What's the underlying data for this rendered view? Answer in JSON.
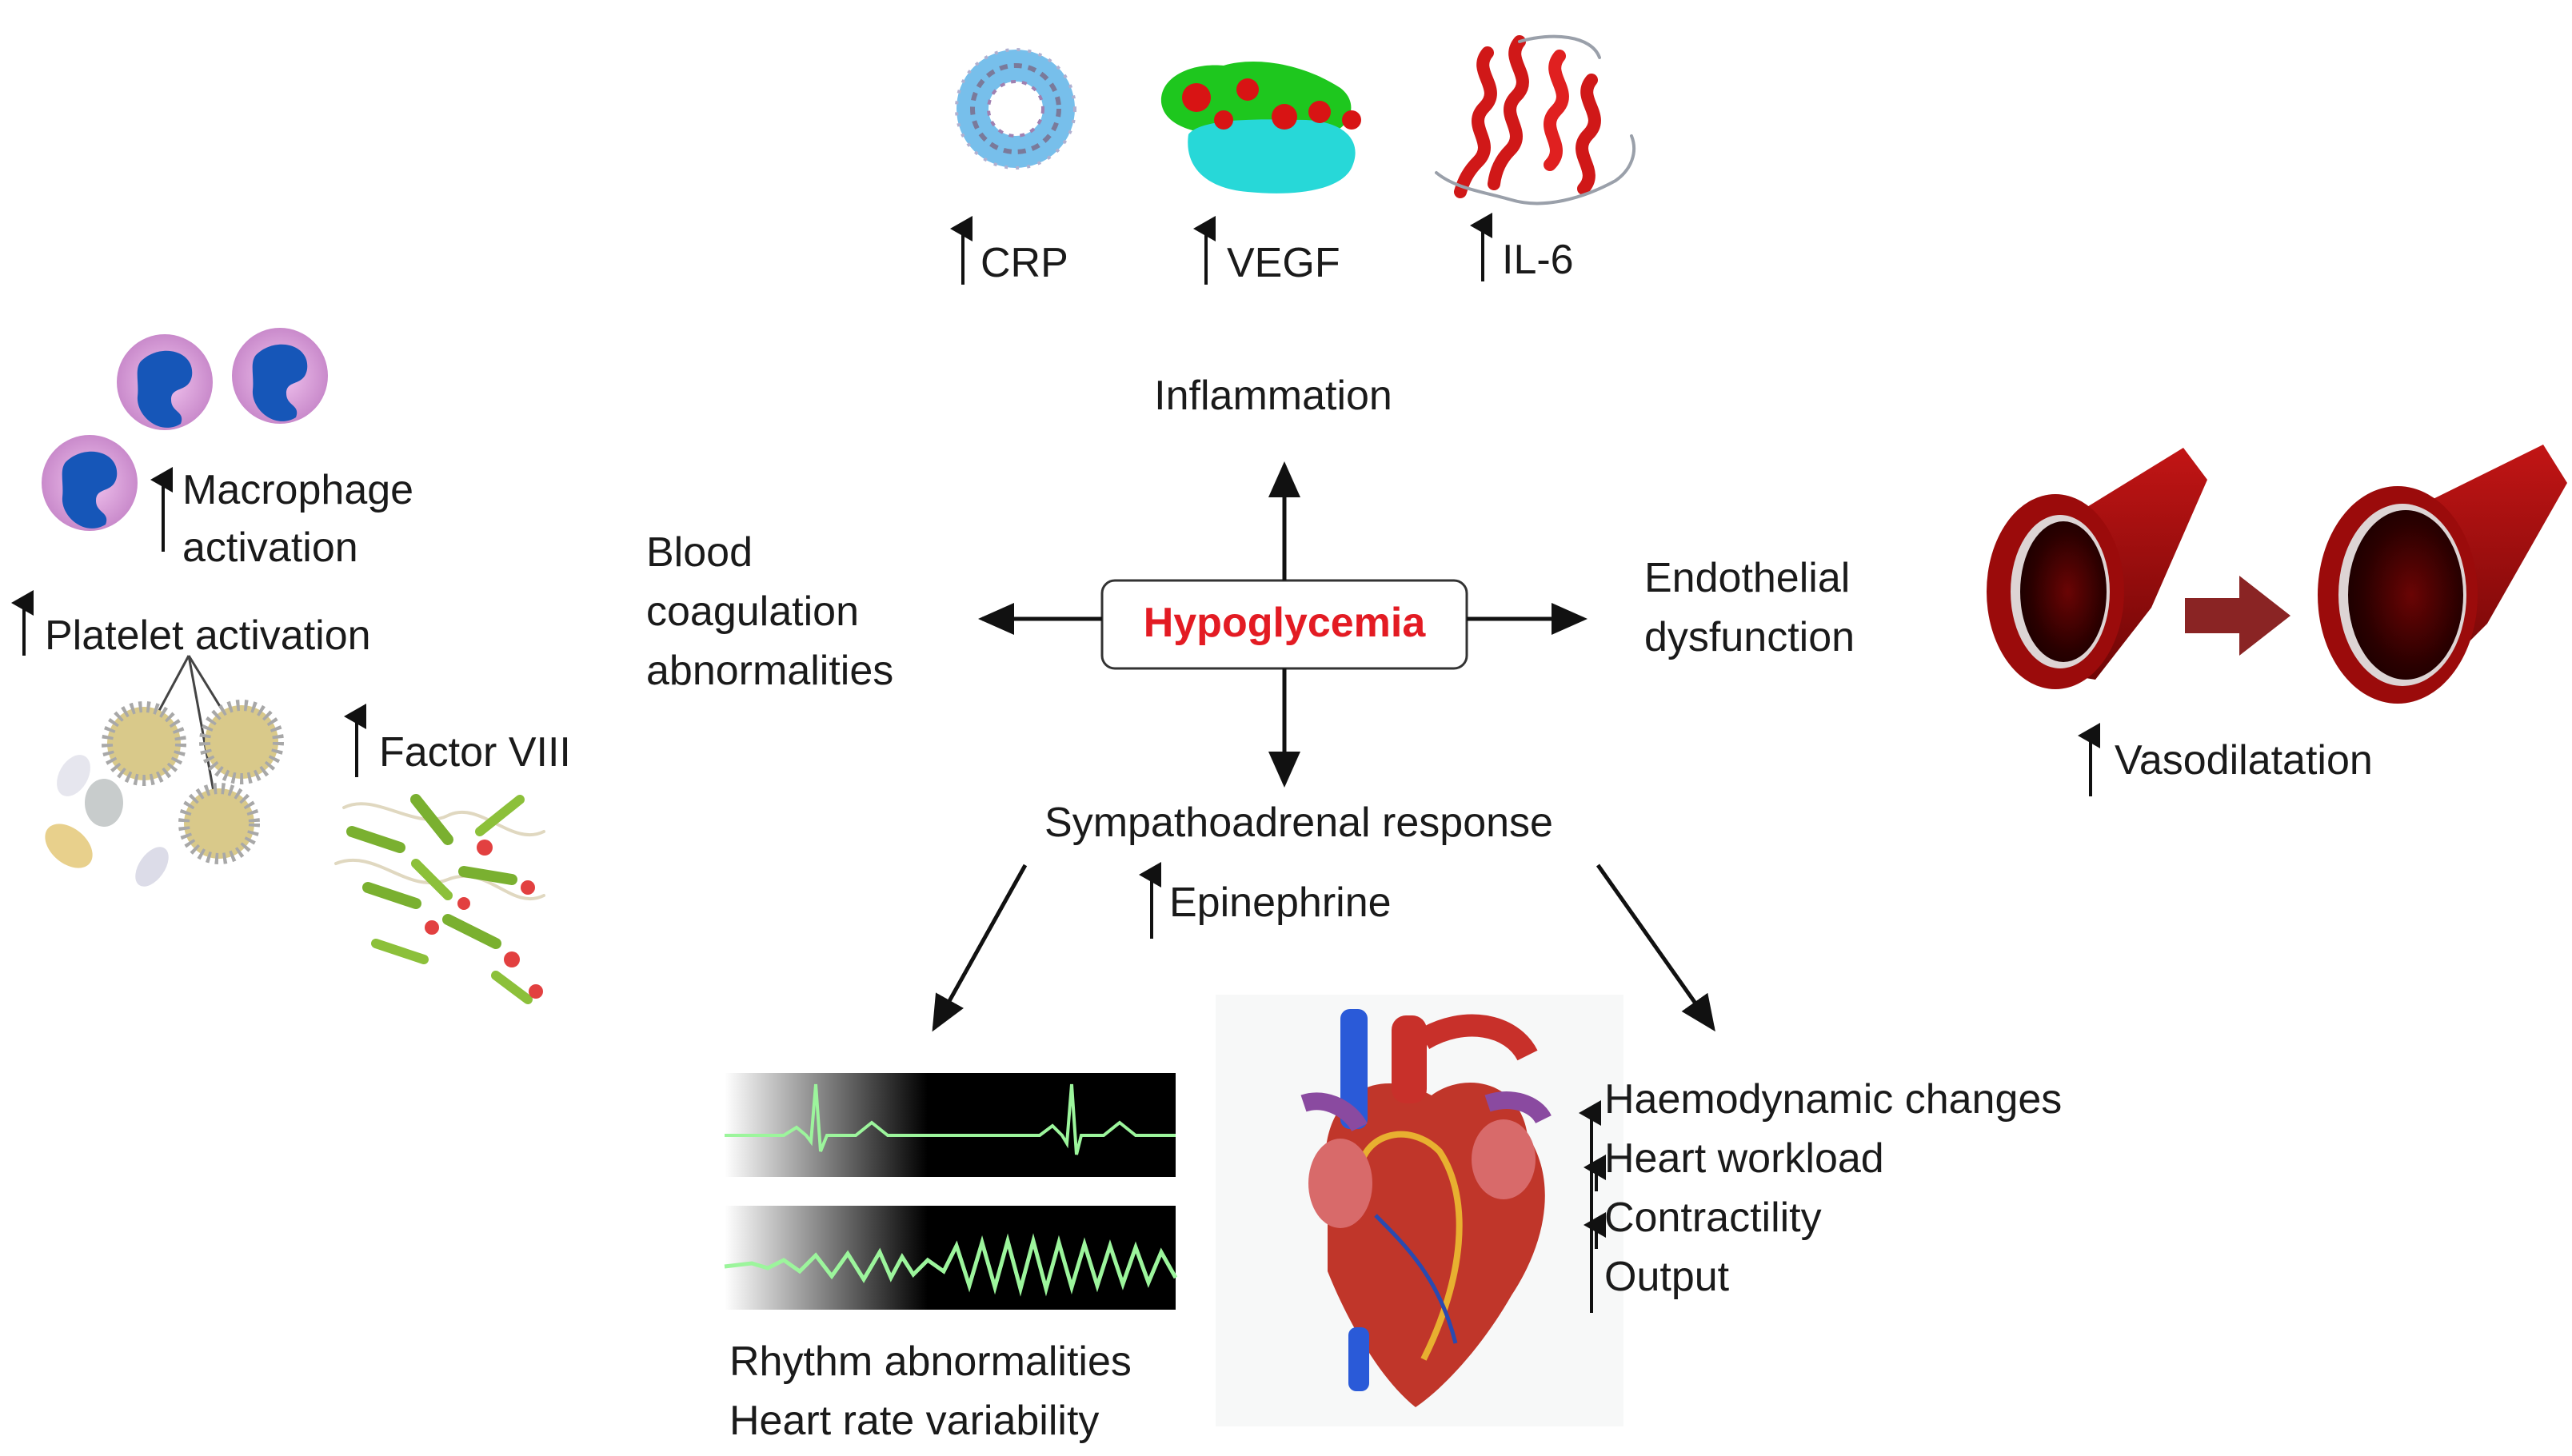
{
  "center": {
    "label": "Hypoglycemia"
  },
  "inflammation": {
    "heading": "Inflammation",
    "markers": [
      {
        "label": "CRP",
        "icon": "crp-protein-ring-icon"
      },
      {
        "label": "VEGF",
        "icon": "vegf-protein-structure-icon"
      },
      {
        "label": "IL-6",
        "icon": "il6-helix-structure-icon"
      }
    ]
  },
  "coagulation": {
    "heading_lines": [
      "Blood",
      "coagulation",
      "abnormalities"
    ],
    "macrophage_lines": [
      "Macrophage",
      "activation"
    ],
    "platelet": "Platelet activation",
    "factor": "Factor VIII"
  },
  "endothelial": {
    "heading_lines": [
      "Endothelial",
      "dysfunction"
    ],
    "vasodilatation": "Vasodilatation"
  },
  "sympathoadrenal": {
    "heading": "Sympathoadrenal response",
    "epinephrine": "Epinephrine",
    "ecg_lines": [
      "Rhythm abnormalities",
      "Heart rate variability"
    ],
    "cardiac_lines": [
      "Haemodynamic changes",
      "Heart workload",
      "Contractility",
      "Output"
    ]
  },
  "colors": {
    "accent_red": "#e31b23",
    "vessel_red": "#8b0a0a",
    "ecg_green": "#9cf59c",
    "text": "#1a1a1a"
  }
}
